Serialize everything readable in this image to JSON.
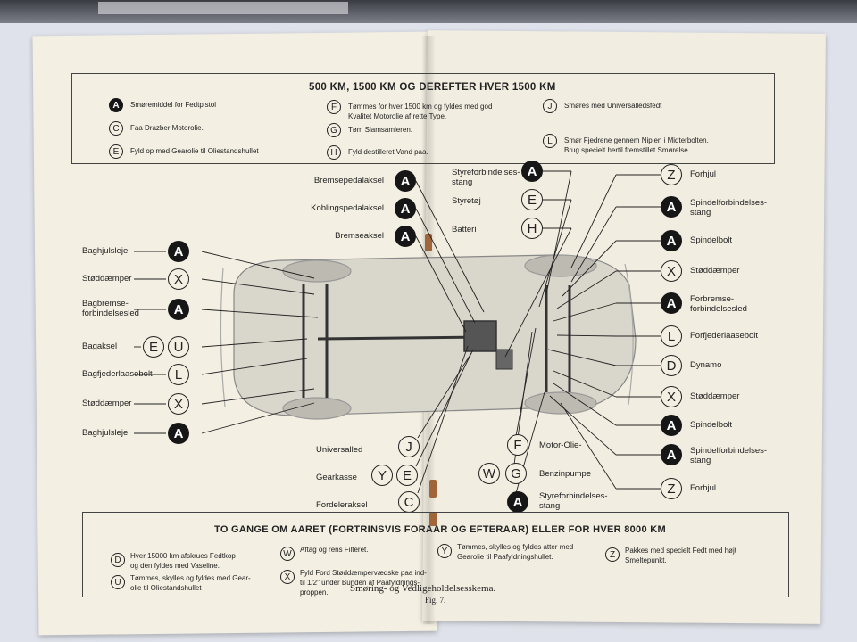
{
  "header": {
    "title": "500 KM, 1500 KM OG DEREFTER HVER 1500 KM",
    "legend": [
      {
        "code": "A",
        "style": "filled",
        "text": [
          "Smøremiddel for Fedtpistol"
        ]
      },
      {
        "code": "C",
        "style": "outline",
        "text": [
          "Faa Drazber Motorolie."
        ]
      },
      {
        "code": "E",
        "style": "outline",
        "text": [
          "Fyld op med Gearolie til Oliestandshullet"
        ]
      },
      {
        "code": "F",
        "style": "outline",
        "text": [
          "Tømmes for hver 1500 km og fyldes med god",
          "Kvalitet Motorolie af rette Type."
        ]
      },
      {
        "code": "G",
        "style": "outline",
        "text": [
          "Tøm Slamsamleren."
        ]
      },
      {
        "code": "H",
        "style": "outline",
        "text": [
          "Fyld destilleret Vand paa."
        ]
      },
      {
        "code": "J",
        "style": "outline",
        "text": [
          "Smøres med Universalledsfedt"
        ]
      },
      {
        "code": "L",
        "style": "outline",
        "text": [
          "Smør Fjedrene gennem Niplen i Midterbolten.",
          "Brug specielt hertil fremstillet Smørelse."
        ]
      }
    ]
  },
  "left_labels": [
    {
      "text": [
        "Baghjulsleje"
      ],
      "codes": [
        [
          "A",
          "filled"
        ]
      ]
    },
    {
      "text": [
        "Støddæmper"
      ],
      "codes": [
        [
          "X",
          "outline"
        ]
      ]
    },
    {
      "text": [
        "Bagbremse-",
        "forbindelsesled"
      ],
      "codes": [
        [
          "A",
          "filled"
        ]
      ]
    },
    {
      "text": [
        "Bagaksel"
      ],
      "codes": [
        [
          "E",
          "outline"
        ],
        [
          "U",
          "outline"
        ]
      ]
    },
    {
      "text": [
        "Bagfjederlaasebolt"
      ],
      "codes": [
        [
          "L",
          "outline"
        ]
      ]
    },
    {
      "text": [
        "Støddæmper"
      ],
      "codes": [
        [
          "X",
          "outline"
        ]
      ]
    },
    {
      "text": [
        "Baghjulsleje"
      ],
      "codes": [
        [
          "A",
          "filled"
        ]
      ]
    }
  ],
  "center_top_labels": [
    {
      "text": "Bremsepedalaksel",
      "code": [
        "A",
        "filled"
      ]
    },
    {
      "text": "Koblingspedalaksel",
      "code": [
        "A",
        "filled"
      ]
    },
    {
      "text": "Bremseaksel",
      "code": [
        "A",
        "filled"
      ]
    }
  ],
  "center_right_top_labels": [
    {
      "text": [
        "Styreforbindelses-",
        "stang"
      ],
      "code": [
        "A",
        "filled"
      ]
    },
    {
      "text": [
        "Styretøj"
      ],
      "code": [
        "E",
        "outline"
      ]
    },
    {
      "text": [
        "Batteri"
      ],
      "code": [
        "H",
        "outline"
      ]
    }
  ],
  "right_labels": [
    {
      "text": [
        "Forhjul"
      ],
      "code": [
        "Z",
        "outline"
      ]
    },
    {
      "text": [
        "Spindelforbindelses-",
        "stang"
      ],
      "code": [
        "A",
        "filled"
      ]
    },
    {
      "text": [
        "Spindelbolt"
      ],
      "code": [
        "A",
        "filled"
      ]
    },
    {
      "text": [
        "Støddæmper"
      ],
      "code": [
        "X",
        "outline"
      ]
    },
    {
      "text": [
        "Forbremse-",
        "forbindelsesled"
      ],
      "code": [
        "A",
        "filled"
      ]
    },
    {
      "text": [
        "Forfjederlaasebolt"
      ],
      "code": [
        "L",
        "outline"
      ]
    },
    {
      "text": [
        "Dynamo"
      ],
      "code": [
        "D",
        "outline"
      ]
    },
    {
      "text": [
        "Støddæmper"
      ],
      "code": [
        "X",
        "outline"
      ]
    },
    {
      "text": [
        "Spindelbolt"
      ],
      "code": [
        "A",
        "filled"
      ]
    },
    {
      "text": [
        "Spindelforbindelses-",
        "stang"
      ],
      "code": [
        "A",
        "filled"
      ]
    },
    {
      "text": [
        "Forhjul"
      ],
      "code": [
        "Z",
        "outline"
      ]
    }
  ],
  "bottom_center_labels": [
    {
      "text": [
        "Universalled"
      ],
      "codes": [
        [
          "J",
          "outline"
        ]
      ]
    },
    {
      "text": [
        "Gearkasse"
      ],
      "codes": [
        [
          "Y",
          "outline"
        ],
        [
          "E",
          "outline"
        ]
      ]
    },
    {
      "text": [
        "Fordeleraksel"
      ],
      "codes": [
        [
          "C",
          "outline"
        ]
      ]
    },
    {
      "text": [
        "Motor-Olie-"
      ],
      "codes": [
        [
          "F",
          "outline"
        ]
      ]
    },
    {
      "text": [
        "Benzinpumpe"
      ],
      "codes": [
        [
          "W",
          "outline"
        ],
        [
          "G",
          "outline"
        ]
      ]
    },
    {
      "text": [
        "Styreforbindelses-",
        "stang"
      ],
      "codes": [
        [
          "A",
          "filled"
        ]
      ]
    }
  ],
  "footer": {
    "title": "TO GANGE OM AARET (FORTRINSVIS FORAAR OG EFTERAAR) ELLER FOR HVER 8000 KM",
    "legend": [
      {
        "code": "D",
        "text": [
          "Hver 15000 km afskrues Fedtkop",
          "og den fyldes med Vaseline."
        ]
      },
      {
        "code": "U",
        "text": [
          "Tømmes, skylles og fyldes med Gear-",
          "olie til Oliestandshullet"
        ]
      },
      {
        "code": "W",
        "text": [
          "Aftag og rens Filteret."
        ]
      },
      {
        "code": "X",
        "text": [
          "Fyld Ford Støddæmpervædske paa ind-",
          "til 1/2\" under Bunden af Paafyldnings-",
          "proppen."
        ]
      },
      {
        "code": "Y",
        "text": [
          "Tømmes, skylles og fyldes atter med",
          "Gearolie til Paafyldningshullet."
        ]
      },
      {
        "code": "Z",
        "text": [
          "Pakkes med specielt Fedt med højt",
          "Smeltepunkt."
        ]
      }
    ],
    "caption": "Smøring- og Vedligeholdelsesskema.",
    "fig": "Fig. 7."
  }
}
